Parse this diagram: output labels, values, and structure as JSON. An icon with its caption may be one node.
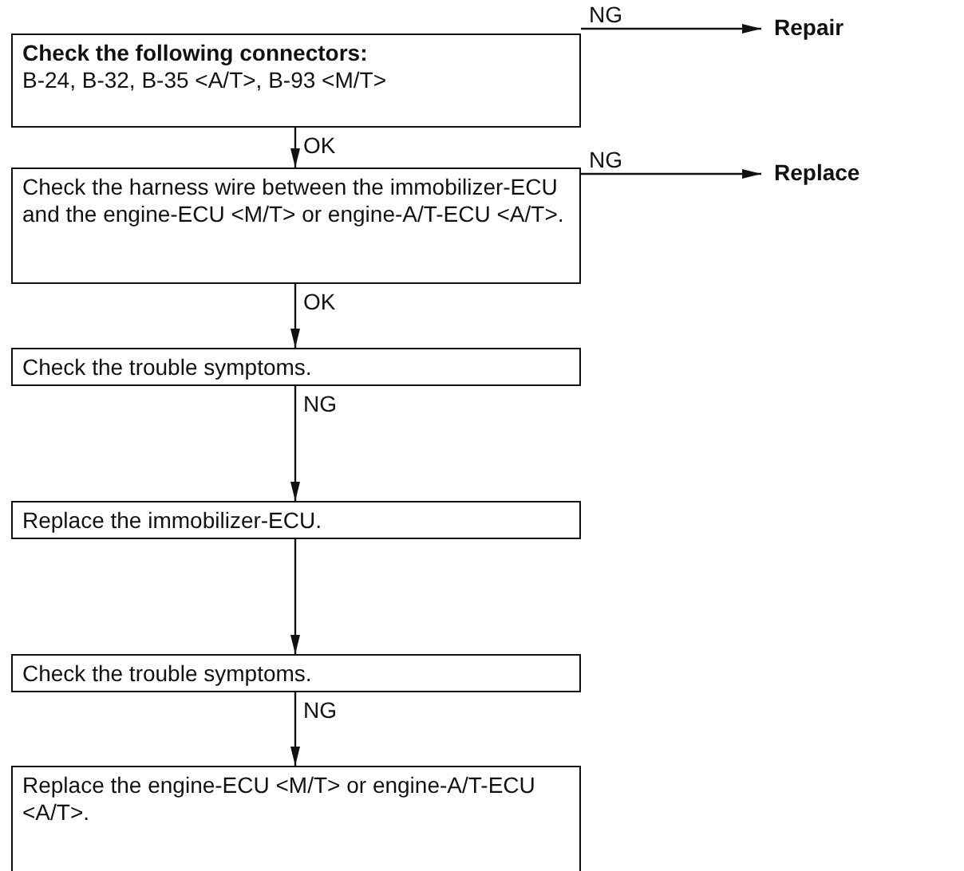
{
  "diagram": {
    "nodes": [
      {
        "text": [
          "Check the following connectors:",
          "B-24, B-32, B-35 <A/T>, B-93 <M/T>"
        ]
      },
      {
        "text": [
          "Repair"
        ]
      },
      {
        "text": [
          "Check the harness wire between the immobilizer-ECU and the engine-ECU <M/T> or engine-A/T-ECU <A/T>."
        ]
      },
      {
        "text": [
          "Replace"
        ]
      },
      {
        "text": [
          "Check the trouble symptoms."
        ]
      },
      {
        "text": [
          "Replace the immobilizer-ECU."
        ]
      },
      {
        "text": [
          "Check the trouble symptoms."
        ]
      },
      {
        "text": [
          "Replace the engine-ECU <M/T> or engine-A/T-ECU <A/T>."
        ]
      }
    ],
    "edges": [
      {
        "from": 0,
        "to": 1,
        "arrow": "to",
        "label": "NG"
      },
      {
        "from": 0,
        "to": 2,
        "arrow": "to",
        "label": "OK"
      },
      {
        "from": 2,
        "to": 3,
        "arrow": "to",
        "label": "NG"
      },
      {
        "from": 2,
        "to": 4,
        "arrow": "to",
        "label": "OK"
      },
      {
        "from": 4,
        "to": 5,
        "arrow": "to",
        "label": "NG"
      },
      {
        "from": 5,
        "to": 6,
        "arrow": "to"
      },
      {
        "from": 6,
        "to": 7,
        "arrow": "to",
        "label": "NG"
      }
    ]
  }
}
